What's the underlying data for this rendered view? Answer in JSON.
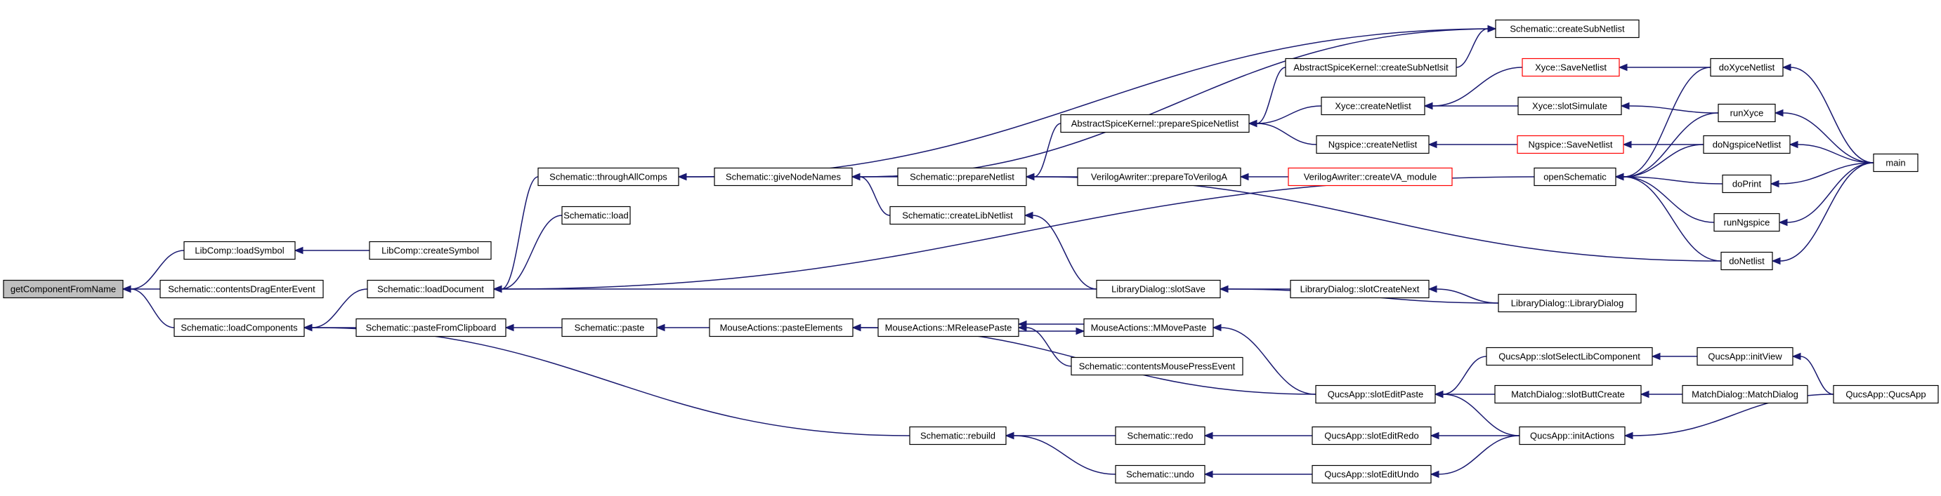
{
  "graph": {
    "nodes": [
      {
        "id": "getComponentFromName",
        "label": "getComponentFromName"
      },
      {
        "id": "LibComp_loadSymbol",
        "label": "LibComp::loadSymbol"
      },
      {
        "id": "LibComp_createSymbol",
        "label": "LibComp::createSymbol"
      },
      {
        "id": "Schematic_contentsDragEnterEvent",
        "label": "Schematic::contentsDragEnterEvent"
      },
      {
        "id": "Schematic_loadComponents",
        "label": "Schematic::loadComponents"
      },
      {
        "id": "Schematic_loadDocument",
        "label": "Schematic::loadDocument"
      },
      {
        "id": "Schematic_pasteFromClipboard",
        "label": "Schematic::pasteFromClipboard"
      },
      {
        "id": "Schematic_rebuild",
        "label": "Schematic::rebuild"
      },
      {
        "id": "Schematic_throughAllComps",
        "label": "Schematic::throughAllComps"
      },
      {
        "id": "Schematic_load",
        "label": "Schematic::load"
      },
      {
        "id": "Schematic_giveNodeNames",
        "label": "Schematic::giveNodeNames"
      },
      {
        "id": "Schematic_paste",
        "label": "Schematic::paste"
      },
      {
        "id": "MouseActions_pasteElements",
        "label": "MouseActions::pasteElements"
      },
      {
        "id": "MouseActions_MReleasePaste",
        "label": "MouseActions::MReleasePaste"
      },
      {
        "id": "MouseActions_MMovePaste",
        "label": "MouseActions::MMovePaste"
      },
      {
        "id": "Schematic_contentsMousePressEvent",
        "label": "Schematic::contentsMousePressEvent"
      },
      {
        "id": "Schematic_prepareNetlist",
        "label": "Schematic::prepareNetlist"
      },
      {
        "id": "Schematic_createLibNetlist",
        "label": "Schematic::createLibNetlist"
      },
      {
        "id": "Schematic_createSubNetlist",
        "label": "Schematic::createSubNetlist"
      },
      {
        "id": "AbstractSpiceKernel_createSubNetlsit",
        "label": "AbstractSpiceKernel::createSubNetlsit"
      },
      {
        "id": "AbstractSpiceKernel_prepareSpiceNetlist",
        "label": "AbstractSpiceKernel::prepareSpiceNetlist"
      },
      {
        "id": "Xyce_createNetlist",
        "label": "Xyce::createNetlist"
      },
      {
        "id": "Ngspice_createNetlist",
        "label": "Ngspice::createNetlist"
      },
      {
        "id": "VerilogAwriter_prepareToVerilogA",
        "label": "VerilogAwriter::prepareToVerilogA"
      },
      {
        "id": "VerilogAwriter_createVA_module",
        "label": "VerilogAwriter::createVA_module",
        "red": true
      },
      {
        "id": "Xyce_SaveNetlist",
        "label": "Xyce::SaveNetlist",
        "red": true
      },
      {
        "id": "Xyce_slotSimulate",
        "label": "Xyce::slotSimulate"
      },
      {
        "id": "Ngspice_SaveNetlist",
        "label": "Ngspice::SaveNetlist",
        "red": true
      },
      {
        "id": "openSchematic",
        "label": "openSchematic"
      },
      {
        "id": "LibraryDialog_slotSave",
        "label": "LibraryDialog::slotSave"
      },
      {
        "id": "LibraryDialog_slotCreateNext",
        "label": "LibraryDialog::slotCreateNext"
      },
      {
        "id": "LibraryDialog_LibraryDialog",
        "label": "LibraryDialog::LibraryDialog"
      },
      {
        "id": "QucsApp_slotEditPaste",
        "label": "QucsApp::slotEditPaste"
      },
      {
        "id": "QucsApp_slotSelectLibComponent",
        "label": "QucsApp::slotSelectLibComponent"
      },
      {
        "id": "MatchDialog_slotButtCreate",
        "label": "MatchDialog::slotButtCreate"
      },
      {
        "id": "QucsApp_initView",
        "label": "QucsApp::initView"
      },
      {
        "id": "MatchDialog_MatchDialog",
        "label": "MatchDialog::MatchDialog"
      },
      {
        "id": "QucsApp_initActions",
        "label": "QucsApp::initActions"
      },
      {
        "id": "QucsApp_QucsApp",
        "label": "QucsApp::QucsApp"
      },
      {
        "id": "Schematic_redo",
        "label": "Schematic::redo"
      },
      {
        "id": "Schematic_undo",
        "label": "Schematic::undo"
      },
      {
        "id": "QucsApp_slotEditRedo",
        "label": "QucsApp::slotEditRedo"
      },
      {
        "id": "QucsApp_slotEditUndo",
        "label": "QucsApp::slotEditUndo"
      },
      {
        "id": "doXyceNetlist",
        "label": "doXyceNetlist"
      },
      {
        "id": "runXyce",
        "label": "runXyce"
      },
      {
        "id": "doNgspiceNetlist",
        "label": "doNgspiceNetlist"
      },
      {
        "id": "doPrint",
        "label": "doPrint"
      },
      {
        "id": "runNgspice",
        "label": "runNgspice"
      },
      {
        "id": "doNetlist",
        "label": "doNetlist"
      },
      {
        "id": "main",
        "label": "main"
      }
    ],
    "edges": [
      {
        "from": "LibComp_loadSymbol",
        "to": "getComponentFromName"
      },
      {
        "from": "Schematic_contentsDragEnterEvent",
        "to": "getComponentFromName"
      },
      {
        "from": "Schematic_loadComponents",
        "to": "getComponentFromName"
      },
      {
        "from": "LibComp_createSymbol",
        "to": "LibComp_loadSymbol"
      },
      {
        "from": "Schematic_loadDocument",
        "to": "Schematic_loadComponents"
      },
      {
        "from": "Schematic_pasteFromClipboard",
        "to": "Schematic_loadComponents"
      },
      {
        "from": "Schematic_rebuild",
        "to": "Schematic_loadComponents"
      },
      {
        "from": "Schematic_throughAllComps",
        "to": "Schematic_loadDocument"
      },
      {
        "from": "Schematic_load",
        "to": "Schematic_loadDocument"
      },
      {
        "from": "openSchematic",
        "to": "Schematic_loadDocument"
      },
      {
        "from": "LibraryDialog_slotSave",
        "to": "Schematic_loadDocument"
      },
      {
        "from": "Schematic_giveNodeNames",
        "to": "Schematic_throughAllComps"
      },
      {
        "from": "Schematic_createSubNetlist",
        "to": "Schematic_throughAllComps"
      },
      {
        "from": "Schematic_paste",
        "to": "Schematic_pasteFromClipboard"
      },
      {
        "from": "MouseActions_pasteElements",
        "to": "Schematic_paste"
      },
      {
        "from": "MouseActions_MReleasePaste",
        "to": "MouseActions_pasteElements"
      },
      {
        "from": "QucsApp_slotEditPaste",
        "to": "MouseActions_pasteElements"
      },
      {
        "from": "MouseActions_MMovePaste",
        "to": "MouseActions_MReleasePaste"
      },
      {
        "from": "MouseActions_MReleasePaste",
        "to": "MouseActions_MMovePaste"
      },
      {
        "from": "Schematic_contentsMousePressEvent",
        "to": "MouseActions_MReleasePaste"
      },
      {
        "from": "QucsApp_slotEditPaste",
        "to": "MouseActions_MMovePaste"
      },
      {
        "from": "Schematic_prepareNetlist",
        "to": "Schematic_giveNodeNames"
      },
      {
        "from": "Schematic_createLibNetlist",
        "to": "Schematic_giveNodeNames"
      },
      {
        "from": "Schematic_createSubNetlist",
        "to": "Schematic_giveNodeNames"
      },
      {
        "from": "AbstractSpiceKernel_prepareSpiceNetlist",
        "to": "Schematic_prepareNetlist"
      },
      {
        "from": "VerilogAwriter_prepareToVerilogA",
        "to": "Schematic_prepareNetlist"
      },
      {
        "from": "doNetlist",
        "to": "Schematic_prepareNetlist"
      },
      {
        "from": "LibraryDialog_slotSave",
        "to": "Schematic_createLibNetlist"
      },
      {
        "from": "AbstractSpiceKernel_createSubNetlsit",
        "to": "Schematic_createSubNetlist"
      },
      {
        "from": "AbstractSpiceKernel_createSubNetlsit",
        "to": "AbstractSpiceKernel_prepareSpiceNetlist"
      },
      {
        "from": "Xyce_createNetlist",
        "to": "AbstractSpiceKernel_prepareSpiceNetlist"
      },
      {
        "from": "Ngspice_createNetlist",
        "to": "AbstractSpiceKernel_prepareSpiceNetlist"
      },
      {
        "from": "VerilogAwriter_createVA_module",
        "to": "VerilogAwriter_prepareToVerilogA"
      },
      {
        "from": "Xyce_SaveNetlist",
        "to": "Xyce_createNetlist"
      },
      {
        "from": "Xyce_slotSimulate",
        "to": "Xyce_createNetlist"
      },
      {
        "from": "Ngspice_SaveNetlist",
        "to": "Ngspice_createNetlist"
      },
      {
        "from": "doXyceNetlist",
        "to": "Xyce_SaveNetlist"
      },
      {
        "from": "runXyce",
        "to": "Xyce_slotSimulate"
      },
      {
        "from": "doNgspiceNetlist",
        "to": "Ngspice_SaveNetlist"
      },
      {
        "from": "doXyceNetlist",
        "to": "openSchematic"
      },
      {
        "from": "runXyce",
        "to": "openSchematic"
      },
      {
        "from": "doNgspiceNetlist",
        "to": "openSchematic"
      },
      {
        "from": "doPrint",
        "to": "openSchematic"
      },
      {
        "from": "runNgspice",
        "to": "openSchematic"
      },
      {
        "from": "doNetlist",
        "to": "openSchematic"
      },
      {
        "from": "main",
        "to": "doXyceNetlist"
      },
      {
        "from": "main",
        "to": "runXyce"
      },
      {
        "from": "main",
        "to": "doNgspiceNetlist"
      },
      {
        "from": "main",
        "to": "doPrint"
      },
      {
        "from": "main",
        "to": "runNgspice"
      },
      {
        "from": "main",
        "to": "doNetlist"
      },
      {
        "from": "LibraryDialog_slotCreateNext",
        "to": "LibraryDialog_slotSave"
      },
      {
        "from": "LibraryDialog_LibraryDialog",
        "to": "LibraryDialog_slotSave"
      },
      {
        "from": "LibraryDialog_LibraryDialog",
        "to": "LibraryDialog_slotCreateNext"
      },
      {
        "from": "QucsApp_slotSelectLibComponent",
        "to": "QucsApp_slotEditPaste"
      },
      {
        "from": "MatchDialog_slotButtCreate",
        "to": "QucsApp_slotEditPaste"
      },
      {
        "from": "QucsApp_initActions",
        "to": "QucsApp_slotEditPaste"
      },
      {
        "from": "QucsApp_initView",
        "to": "QucsApp_slotSelectLibComponent"
      },
      {
        "from": "MatchDialog_MatchDialog",
        "to": "MatchDialog_slotButtCreate"
      },
      {
        "from": "QucsApp_QucsApp",
        "to": "QucsApp_initView"
      },
      {
        "from": "QucsApp_QucsApp",
        "to": "QucsApp_initActions"
      },
      {
        "from": "Schematic_redo",
        "to": "Schematic_rebuild"
      },
      {
        "from": "Schematic_undo",
        "to": "Schematic_rebuild"
      },
      {
        "from": "QucsApp_slotEditRedo",
        "to": "Schematic_redo"
      },
      {
        "from": "QucsApp_slotEditUndo",
        "to": "Schematic_undo"
      },
      {
        "from": "QucsApp_initActions",
        "to": "QucsApp_slotEditRedo"
      },
      {
        "from": "QucsApp_initActions",
        "to": "QucsApp_slotEditUndo"
      }
    ],
    "colors": {
      "edge": "#191970",
      "node_border": "#000000",
      "node_fill": "#ffffff",
      "root_fill": "#bfbfbf",
      "unresolved_border": "#ff0000"
    }
  }
}
